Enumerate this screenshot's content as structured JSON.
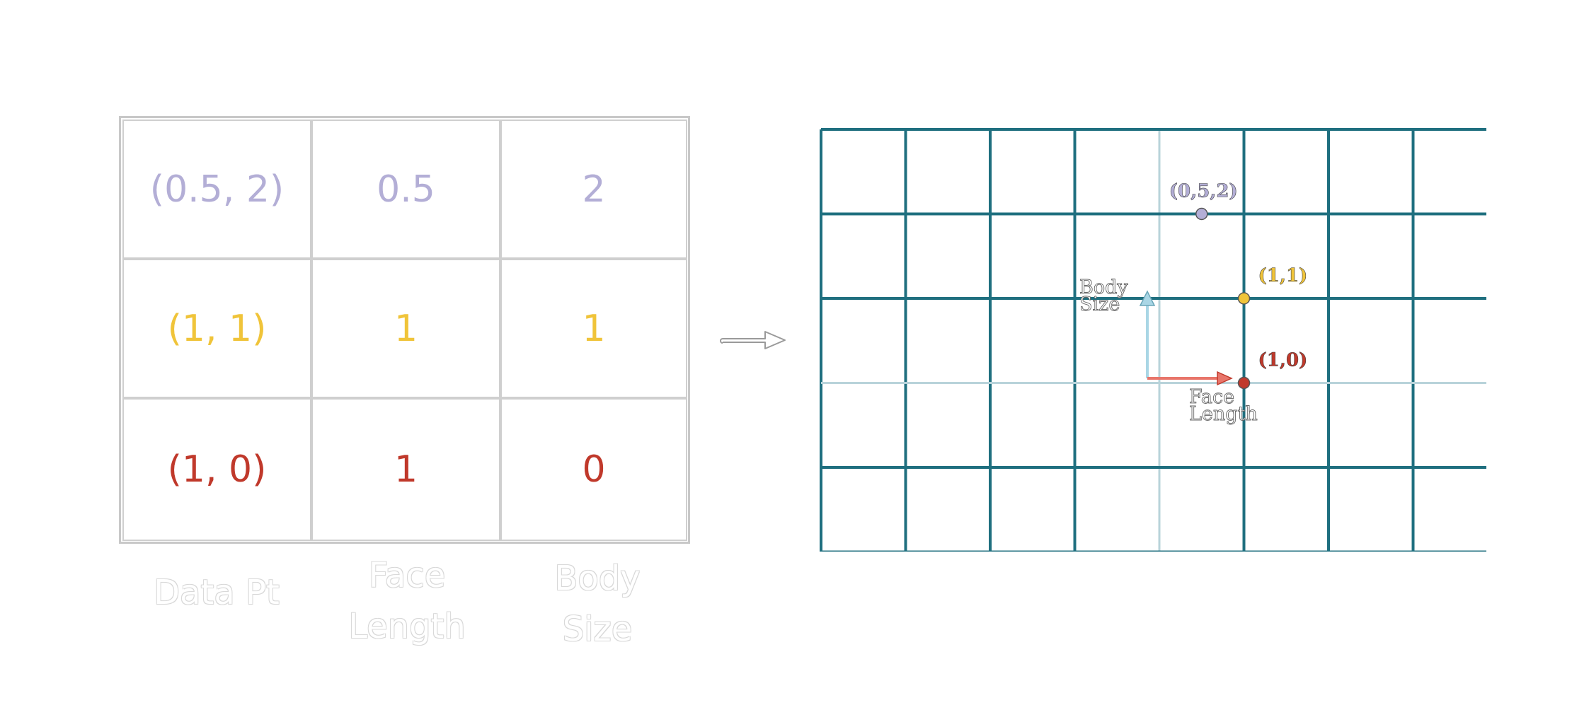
{
  "colors": {
    "purple": "#b3aed6",
    "yellow": "#f0c43a",
    "red": "#c0392b",
    "teal": "#1f6f7f",
    "axis_blue": "#a9d6e5",
    "axis_red": "#e8756a"
  },
  "table": {
    "rows": [
      {
        "point": "(0.5, 2)",
        "face": "0.5",
        "body": "2",
        "color": "#b3aed6"
      },
      {
        "point": "(1, 1)",
        "face": "1",
        "body": "1",
        "color": "#f0c43a"
      },
      {
        "point": "(1, 0)",
        "face": "1",
        "body": "0",
        "color": "#c0392b"
      }
    ],
    "columns": {
      "data_pt": "Data Pt",
      "face_length_1": "Face",
      "face_length_2": "Length",
      "body_size_1": "Body",
      "body_size_2": "Size"
    }
  },
  "plot": {
    "axis_x_label_1": "Face",
    "axis_x_label_2": "Length",
    "axis_y_label_1": "Body",
    "axis_y_label_2": "Size",
    "points": [
      {
        "label": "(0,5,2)",
        "x": 0.5,
        "y": 2,
        "color": "#b3aed6"
      },
      {
        "label": "(1,1)",
        "x": 1,
        "y": 1,
        "color": "#f0c43a"
      },
      {
        "label": "(1,0)",
        "x": 1,
        "y": 0,
        "color": "#c0392b"
      }
    ]
  }
}
